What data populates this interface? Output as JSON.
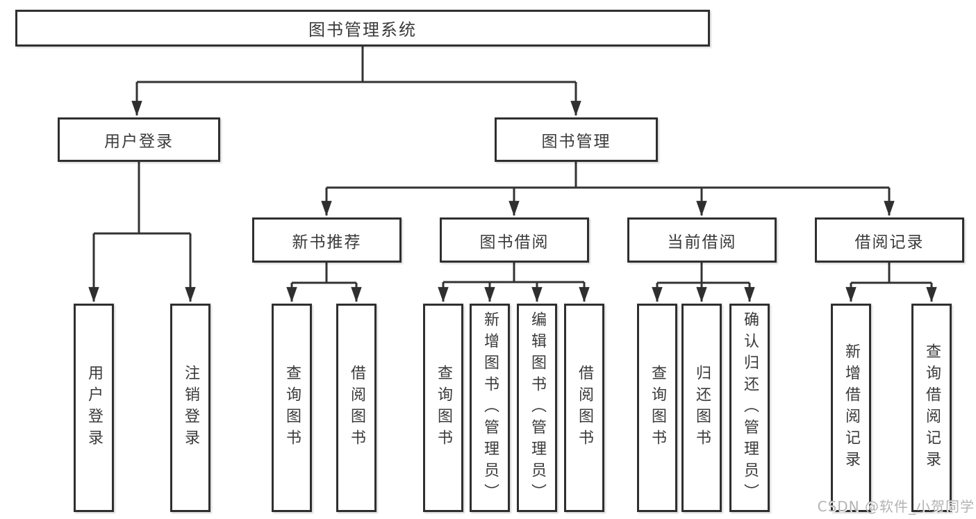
{
  "tree": {
    "root": {
      "label": "图书管理系统"
    },
    "user_login": {
      "label": "用户登录",
      "children": {
        "login": {
          "label": "用户登录"
        },
        "logout": {
          "label": "注销登录"
        }
      }
    },
    "book_mgmt": {
      "label": "图书管理",
      "sections": {
        "new_book": {
          "label": "新书推荐",
          "children": {
            "query": {
              "label": "查询图书"
            },
            "borrow": {
              "label": "借阅图书"
            }
          }
        },
        "borrow": {
          "label": "图书借阅",
          "children": {
            "query": {
              "label": "查询图书"
            },
            "add": {
              "label": "新增图书（管理员）"
            },
            "edit": {
              "label": "编辑图书（管理员）"
            },
            "borrow": {
              "label": "借阅图书"
            }
          }
        },
        "current": {
          "label": "当前借阅",
          "children": {
            "query": {
              "label": "查询图书"
            },
            "return": {
              "label": "归还图书"
            },
            "confirm": {
              "label": "确认归还（管理员）"
            }
          }
        },
        "record": {
          "label": "借阅记录",
          "children": {
            "add": {
              "label": "新增借阅记录"
            },
            "query": {
              "label": "查询借阅记录"
            }
          }
        }
      }
    }
  },
  "watermark": {
    "text": "CSDN @软件_小贺同学"
  },
  "colors": {
    "line": "#333333",
    "box_border": "#2f2f2f",
    "text": "#3a3a3a",
    "watermark": "#b3b3b3",
    "background": "#ffffff"
  }
}
